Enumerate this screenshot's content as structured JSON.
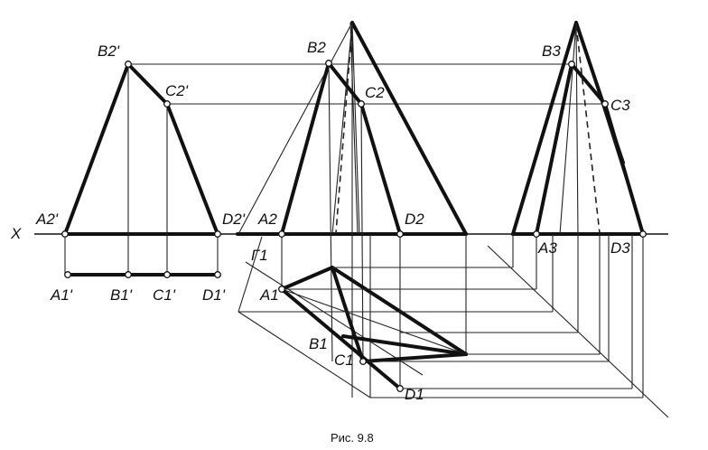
{
  "caption": "Рис. 9.8",
  "axis_label": "X",
  "plane_label": "Г1",
  "view1": {
    "front": [
      "B2'",
      "C2'",
      "A2'",
      "D2'"
    ],
    "top": [
      "A1'",
      "B1'",
      "C1'",
      "D1'"
    ]
  },
  "view2": {
    "front": [
      "B2",
      "C2",
      "A2",
      "D2"
    ],
    "top": [
      "A1",
      "B1",
      "C1",
      "D1"
    ]
  },
  "view3": {
    "side": [
      "B3",
      "C3",
      "A3",
      "D3"
    ]
  }
}
